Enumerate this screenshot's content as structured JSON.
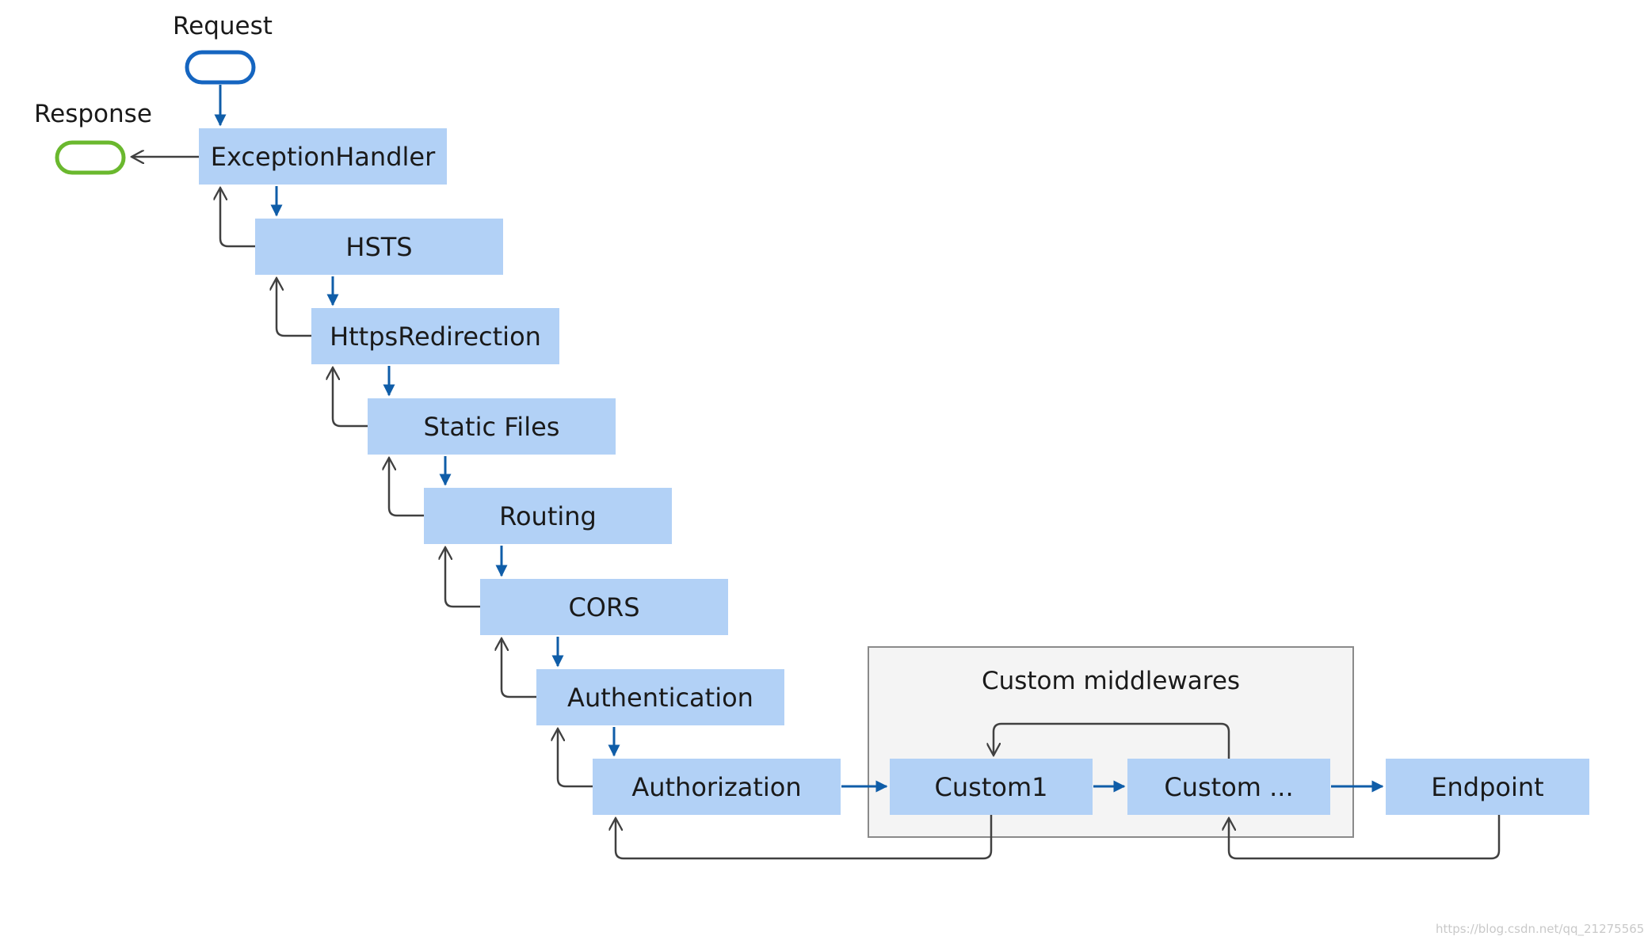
{
  "labels": {
    "request": "Request",
    "response": "Response",
    "group_title": "Custom middlewares"
  },
  "middlewares": [
    "ExceptionHandler",
    "HSTS",
    "HttpsRedirection",
    "Static Files",
    "Routing",
    "CORS",
    "Authentication",
    "Authorization"
  ],
  "custom_nodes": [
    "Custom1",
    "Custom ..."
  ],
  "endpoint": "Endpoint",
  "watermark": "https://blog.csdn.net/qq_21275565",
  "colors": {
    "box_fill": "#b2d1f6",
    "request_arrow": "#0f5da8",
    "response_arrow": "#404040",
    "request_pill": "#1565c0",
    "response_pill": "#6ab82e",
    "group_fill": "#f4f4f4",
    "group_border": "#8a8a8a"
  }
}
